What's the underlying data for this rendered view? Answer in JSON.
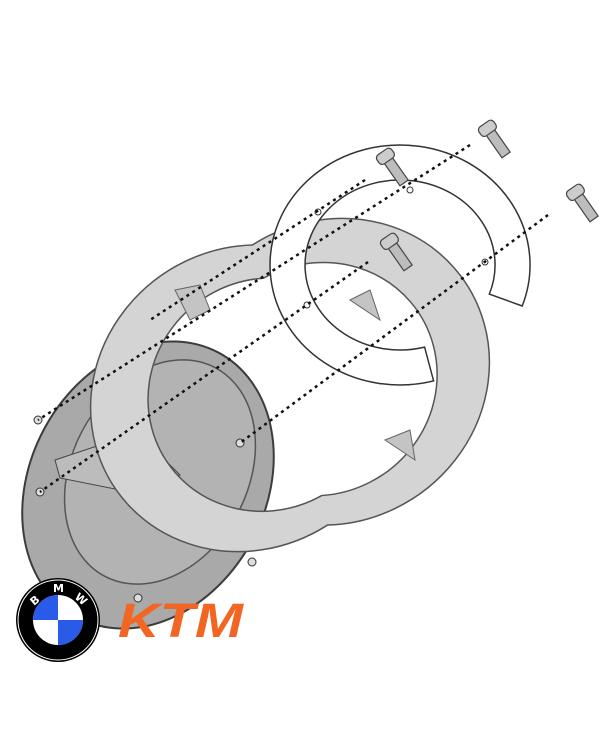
{
  "diagram": {
    "parts": [
      "base-plate",
      "mounting-ring",
      "flat-ring",
      "screws"
    ],
    "screw_count": 4
  },
  "logos": {
    "bmw": {
      "text": "BMW",
      "colors": {
        "blue": "#2a5ae8",
        "ring": "#000000"
      }
    },
    "ktm": {
      "text": "KTM",
      "color": "#f26522"
    }
  },
  "colors": {
    "plate": "#a9a9a9",
    "ring": "#d4d4d4",
    "outline": "#4a4a4a"
  }
}
